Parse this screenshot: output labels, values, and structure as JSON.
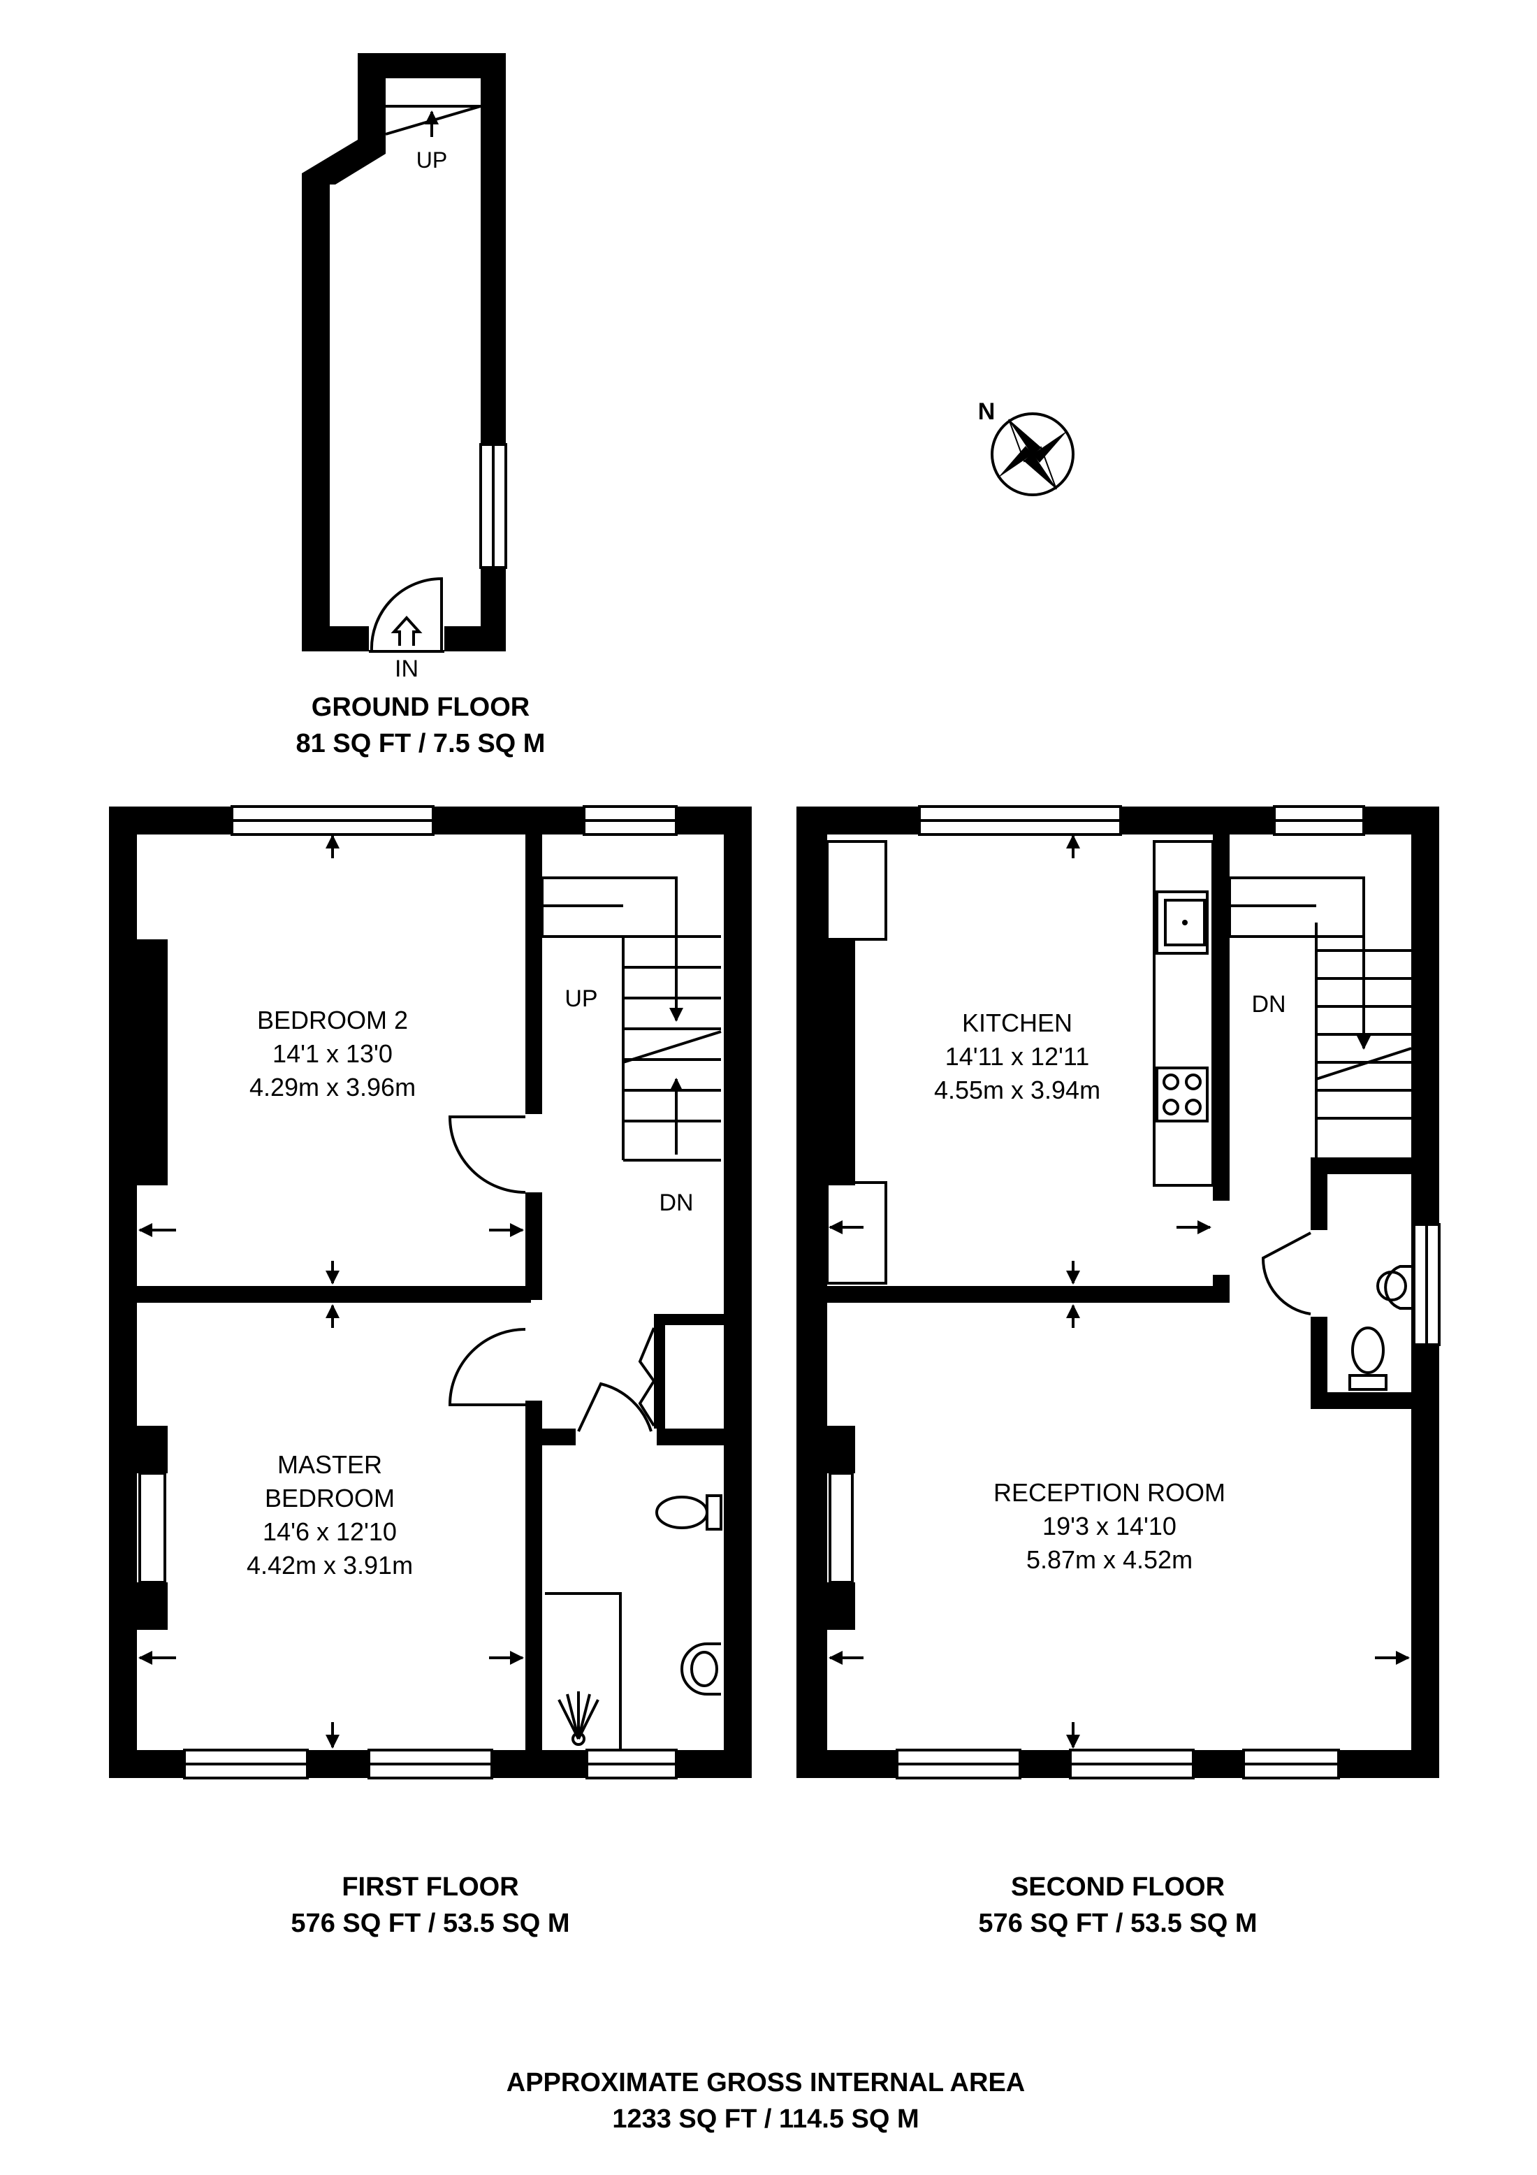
{
  "ground_floor": {
    "title": "GROUND FLOOR",
    "area": "81 SQ FT / 7.5 SQ M",
    "stairs_up": "UP",
    "entrance": "IN"
  },
  "first_floor": {
    "title": "FIRST FLOOR",
    "area": "576 SQ FT / 53.5 SQ M",
    "stairs_up": "UP",
    "stairs_down": "DN",
    "rooms": [
      {
        "name": "BEDROOM 2",
        "imperial": "14'1 x 13'0",
        "metric": "4.29m x 3.96m"
      },
      {
        "name_line1": "MASTER",
        "name_line2": "BEDROOM",
        "imperial": "14'6 x 12'10",
        "metric": "4.42m x 3.91m"
      }
    ]
  },
  "second_floor": {
    "title": "SECOND FLOOR",
    "area": "576 SQ FT / 53.5 SQ M",
    "stairs_down": "DN",
    "rooms": [
      {
        "name": "KITCHEN",
        "imperial": "14'11 x 12'11",
        "metric": "4.55m x 3.94m"
      },
      {
        "name": "RECEPTION ROOM",
        "imperial": "19'3 x 14'10",
        "metric": "5.87m x 4.52m"
      }
    ]
  },
  "compass": {
    "label": "N",
    "icon": "compass-rose-icon"
  },
  "summary": {
    "title": "APPROXIMATE GROSS INTERNAL AREA",
    "area": "1233 SQ FT / 114.5 SQ M"
  }
}
